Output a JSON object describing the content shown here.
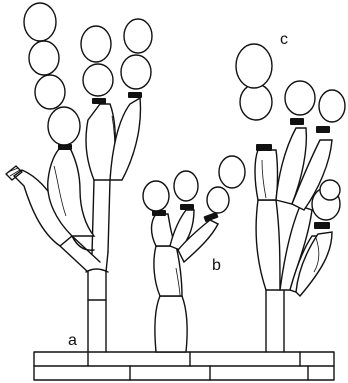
{
  "labels": {
    "a": "a",
    "b": "b",
    "c": "c"
  }
}
